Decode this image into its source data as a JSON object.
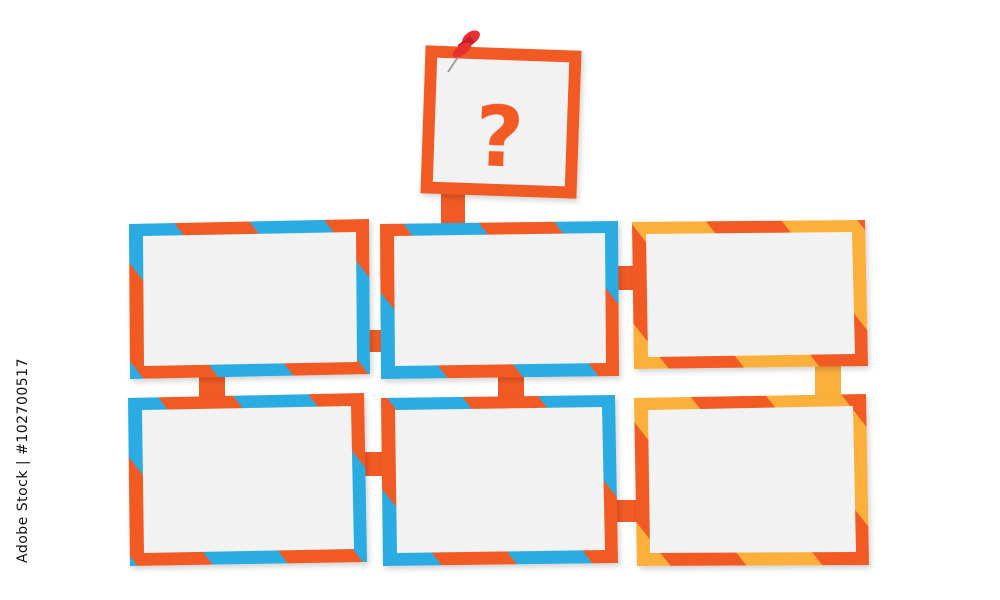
{
  "question_card": {
    "symbol": "?"
  },
  "side_text": "Adobe Stock | #102700517",
  "colors": {
    "orange": "#f15a24",
    "blue": "#29abe2",
    "yellow": "#fbb03b",
    "card_fill": "#f2f2f2",
    "pin": "#e8312e"
  },
  "boxes": [
    {
      "id": "box-1",
      "row": 1,
      "col": 1,
      "stripes": [
        "blue",
        "orange"
      ]
    },
    {
      "id": "box-2",
      "row": 1,
      "col": 2,
      "stripes": [
        "blue",
        "orange"
      ]
    },
    {
      "id": "box-3",
      "row": 1,
      "col": 3,
      "stripes": [
        "orange",
        "yellow"
      ]
    },
    {
      "id": "box-4",
      "row": 2,
      "col": 1,
      "stripes": [
        "blue",
        "orange"
      ]
    },
    {
      "id": "box-5",
      "row": 2,
      "col": 2,
      "stripes": [
        "blue",
        "orange"
      ]
    },
    {
      "id": "box-6",
      "row": 2,
      "col": 3,
      "stripes": [
        "orange",
        "yellow"
      ]
    }
  ]
}
